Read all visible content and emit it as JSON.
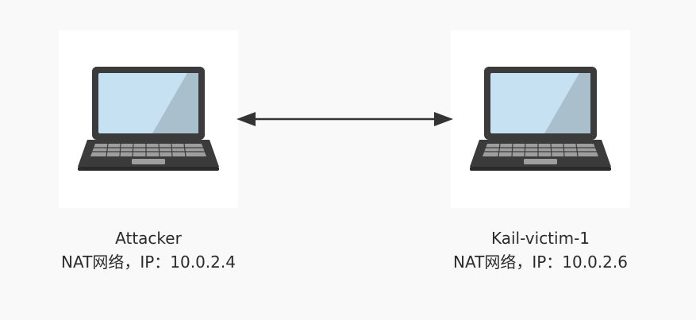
{
  "nodes": [
    {
      "name": "Attacker",
      "network": "NAT网络，IP：10.0.2.4",
      "icon": "laptop-icon"
    },
    {
      "name": "Kail-victim-1",
      "network": "NAT网络，IP：10.0.2.6",
      "icon": "laptop-icon"
    }
  ],
  "connection": {
    "type": "bidirectional-arrow",
    "color": "#333333"
  },
  "colors": {
    "background": "#f9f9f9",
    "card": "#ffffff",
    "laptop_body": "#3b3b3b",
    "screen": "#c6e2f2",
    "screen_shadow": "#a9c0cc"
  }
}
